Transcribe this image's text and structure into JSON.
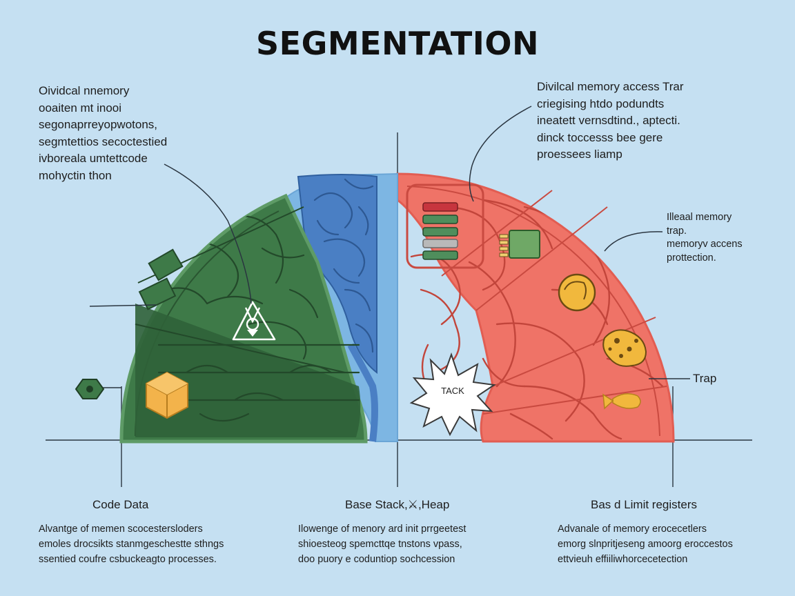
{
  "title": "SEGMENTATION",
  "callouts": {
    "top_left": [
      "Oividcal nnemory",
      "ooaiten mt inooi",
      "segonaprreyopwotons,",
      "segmtettios secoctestied",
      "ivboreala umtettcode",
      "mohyctin thon"
    ],
    "top_right": [
      "Divilcal memory access Trar",
      "criegising htdo podundts",
      "ineatett vernsdtind., aptecti.",
      "dinck toccesss bee gere",
      "proessees liamp"
    ],
    "right_mid": [
      "Illeaal memory",
      "trap.",
      "memoryv accens",
      "prottection."
    ],
    "trap": "Trap",
    "burst": "TACK"
  },
  "columns": [
    {
      "heading": "Code Data",
      "lines": [
        "Alvantge of memen scocestersloders",
        "emoles drocsikts stanmgeschestte sthngs",
        "ssentied coufre csbuckeagto processes."
      ]
    },
    {
      "heading": "Base Stack,⚔,Heap",
      "lines": [
        "Ilowenge of menory ard init prrgeetest",
        "shioesteog spemcttqe tnstons vpass,",
        "doo puory e coduntiop sochcession"
      ]
    },
    {
      "heading": "Bas d Limit registers",
      "lines": [
        "Advanale of memory erocecetlers",
        "emorg slnpritjeseng amoorg eroccestos",
        "ettvieuh effiiliwhorcecetection"
      ]
    }
  ],
  "colors": {
    "background": "#c5e0f2",
    "code_segment": "#3e7a48",
    "code_segment_dark": "#2f6238",
    "stack_segment": "#4a7fc4",
    "heap_segment": "#ef7367",
    "heap_outline": "#e8645a",
    "cube": "#f3b34b",
    "coin": "#f1b83d"
  },
  "icons": [
    "lock-icon",
    "cube-icon",
    "hex-nut-icon",
    "chip-icon",
    "coin-icon",
    "cheese-icon",
    "fish-icon",
    "burst-icon",
    "memory-stack-icon"
  ]
}
